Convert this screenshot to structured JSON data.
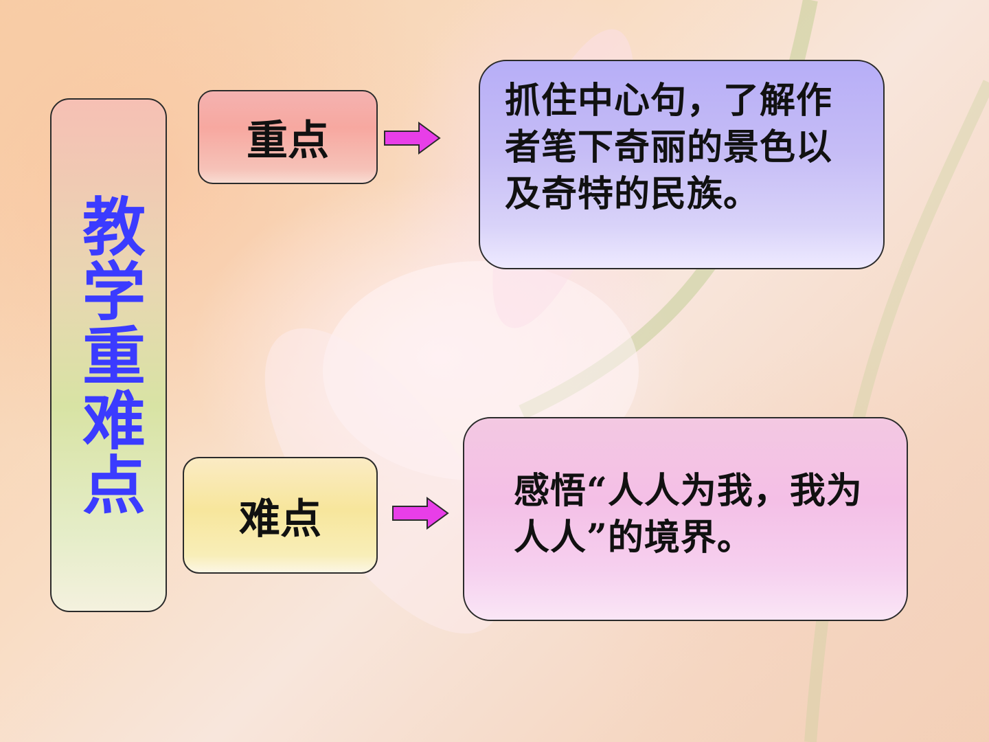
{
  "title": "教学重难点",
  "key_point": {
    "label": "重点",
    "description": "抓住中心句，了解作者笔下奇丽的景色以及奇特的民族。"
  },
  "difficult_point": {
    "label": "难点",
    "description": "感悟“人人为我，我为人人”的境界。"
  },
  "colors": {
    "title_text": "#3b3bff",
    "arrow_fill": "#e83ee8"
  }
}
